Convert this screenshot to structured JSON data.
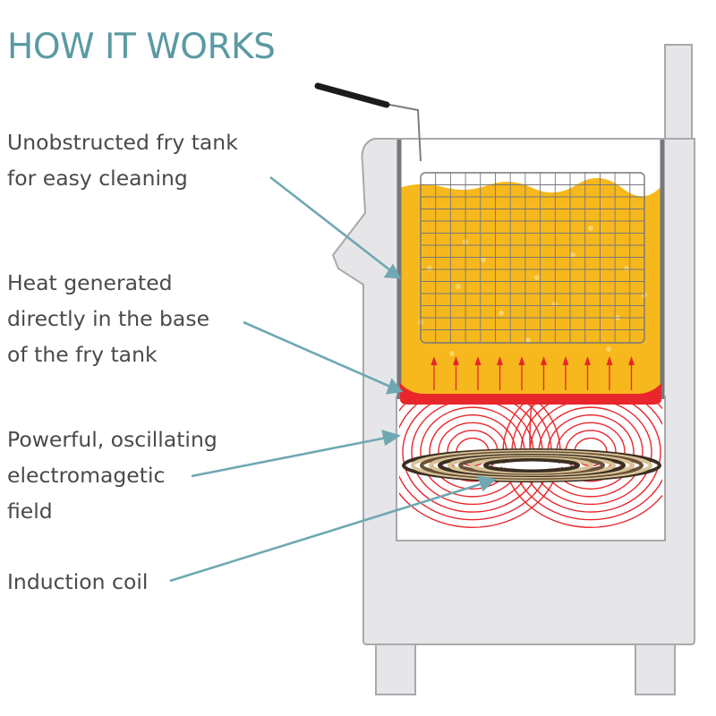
{
  "title": "HOW IT WORKS",
  "labels": {
    "fry_tank": [
      "Unobstructed fry tank",
      "for easy cleaning"
    ],
    "heat": [
      "Heat generated",
      "directly in the base",
      "of the fry tank"
    ],
    "field": [
      "Powerful, oscillating",
      "electromagetic",
      "field"
    ],
    "coil": [
      "Induction coil"
    ]
  },
  "colors": {
    "title": "#5a9aa3",
    "text": "#4a4a4a",
    "pointer": "#6fa8b2",
    "oil": "#f6b81c",
    "heat": "#e8262b",
    "body_fill": "#e6e6e8",
    "body_stroke": "#a9a9ad",
    "coil": "#d8c498"
  }
}
